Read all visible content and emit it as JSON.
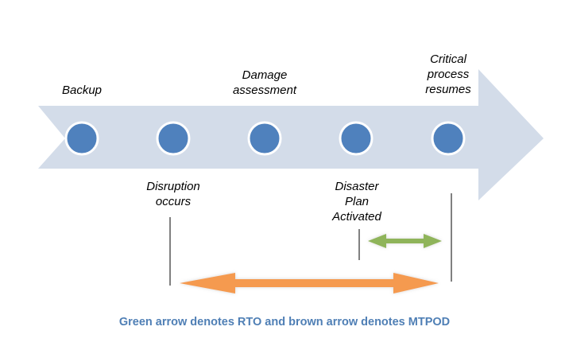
{
  "events": [
    {
      "id": "backup",
      "label": "Backup"
    },
    {
      "id": "disruption",
      "label": "Disruption occurs"
    },
    {
      "id": "damage",
      "label": "Damage assessment"
    },
    {
      "id": "disaster-plan",
      "label": "Disaster Plan Activated"
    },
    {
      "id": "critical",
      "label": "Critical process resumes"
    }
  ],
  "labels": {
    "backup": "Backup",
    "damage_1": "Damage",
    "damage_2": "assessment",
    "critical_1": "Critical",
    "critical_2": "process",
    "critical_3": "resumes",
    "disruption_1": "Disruption",
    "disruption_2": "occurs",
    "disaster_1": "Disaster",
    "disaster_2": "Plan",
    "disaster_3": "Activated"
  },
  "intervals": [
    {
      "name": "RTO",
      "arrow": "green",
      "from": "Disaster Plan Activated",
      "to": "Critical process resumes"
    },
    {
      "name": "MTPOD",
      "arrow": "brown",
      "from": "Disruption occurs",
      "to": "Critical process resumes"
    }
  ],
  "caption": "Green arrow denotes RTO and brown arrow denotes MTPOD",
  "colors": {
    "timeline_arrow": "#d3dce9",
    "node_fill": "#4f81bd",
    "node_stroke": "#ffffff",
    "rto_arrow": "#8fb45a",
    "mtpod_arrow": "#f59a4f",
    "caption": "#4f7fb5"
  }
}
